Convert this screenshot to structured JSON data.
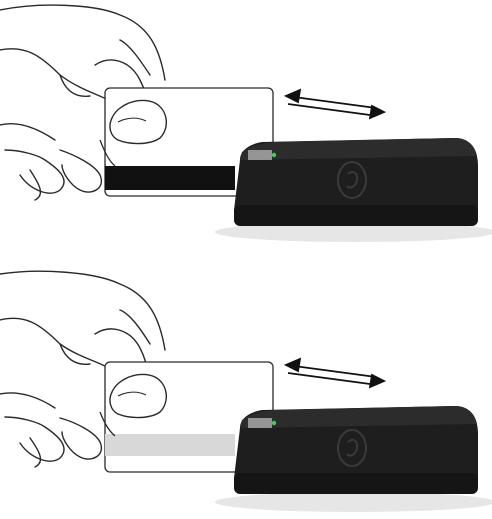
{
  "figure": {
    "panels": [
      {
        "stripe": "black-magnetic-stripe",
        "direction": "bidirectional-arrow"
      },
      {
        "stripe": "light-gray-magnetic-stripe",
        "direction": "bidirectional-arrow"
      }
    ],
    "colors": {
      "reader_body": "#1e1e1e",
      "reader_top": "#2c2c2c",
      "led": "#39d353",
      "stripe_dark": "#111111",
      "stripe_light": "#d8d8d8",
      "outline": "#2a2a2a"
    },
    "icons": [
      "hand-sketch",
      "card",
      "card-reader",
      "double-arrow"
    ]
  }
}
